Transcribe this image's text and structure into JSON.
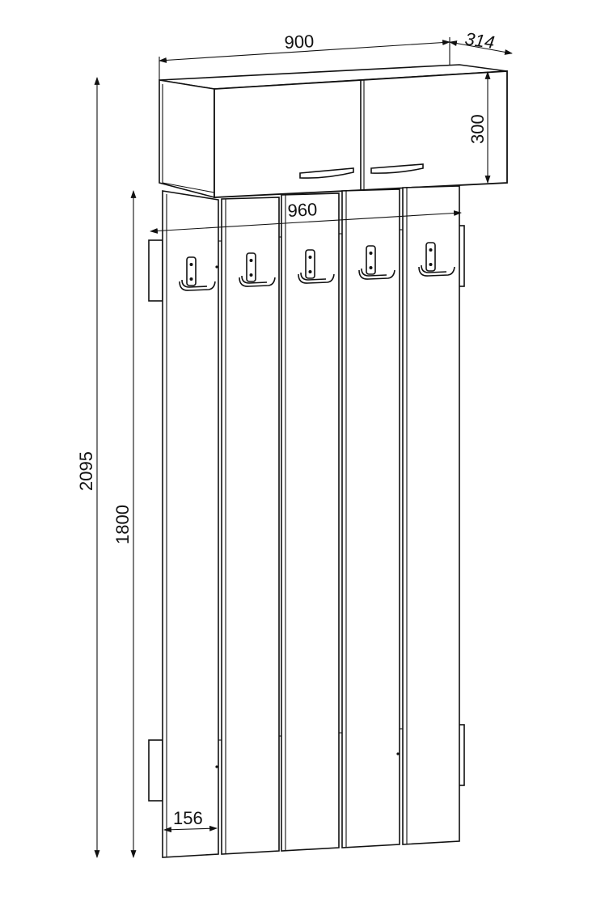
{
  "dimensions": {
    "top_width": "900",
    "depth": "314",
    "cabinet_height": "300",
    "panel_span": "960",
    "overall_height": "2095",
    "panel_height": "1800",
    "panel_width": "156"
  },
  "colors": {
    "line": "#111111",
    "background": "#ffffff"
  }
}
